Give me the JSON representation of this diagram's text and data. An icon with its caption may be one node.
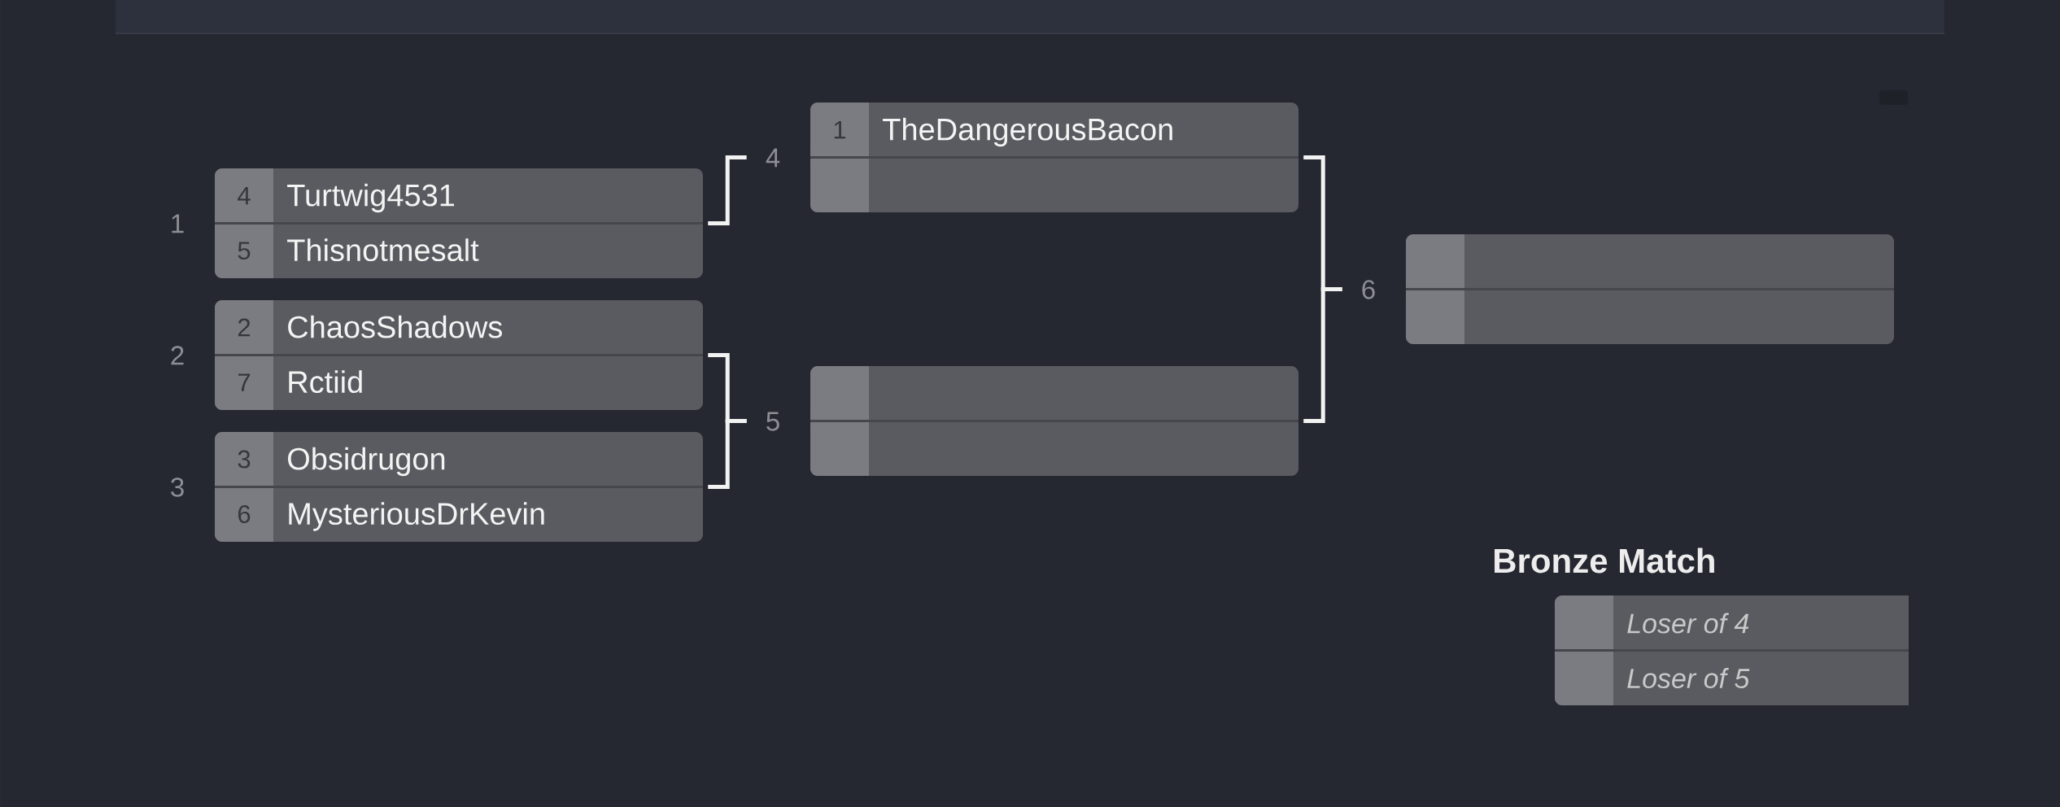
{
  "diagram": {
    "nodes": [
      {
        "text": [],
        "shape": "box",
        "beside": [
          "1"
        ]
      },
      {
        "text": [
          "4",
          "Turtwig4531"
        ],
        "in": 0
      },
      {
        "text": [
          "5",
          "Thisnotmesalt"
        ],
        "in": 0
      },
      {
        "text": [],
        "shape": "box",
        "beside": [
          "2"
        ]
      },
      {
        "text": [
          "2",
          "ChaosShadows"
        ],
        "in": 3
      },
      {
        "text": [
          "7",
          "Rctiid"
        ],
        "in": 3
      },
      {
        "text": [],
        "shape": "box",
        "beside": [
          "3"
        ]
      },
      {
        "text": [
          "3",
          "Obsidrugon"
        ],
        "in": 6
      },
      {
        "text": [
          "6",
          "MysteriousDrKevin"
        ],
        "in": 6
      },
      {
        "text": [],
        "shape": "box",
        "beside": [
          "4"
        ]
      },
      {
        "text": [
          "1",
          "TheDangerousBacon"
        ],
        "in": 9
      },
      {
        "text": [],
        "shape": "box",
        "in": 9
      },
      {
        "text": [],
        "shape": "box",
        "beside": [
          "5"
        ]
      },
      {
        "text": [],
        "shape": "box",
        "in": 12
      },
      {
        "text": [],
        "shape": "box",
        "in": 12
      },
      {
        "text": [],
        "shape": "box",
        "beside": [
          "6"
        ]
      },
      {
        "text": [],
        "shape": "box",
        "in": 15
      },
      {
        "text": [],
        "shape": "box",
        "in": 15
      },
      {
        "text": [
          "Bronze Match"
        ]
      },
      {
        "text": [
          "Loser of 4"
        ],
        "in": 18
      },
      {
        "text": [
          "Loser of 5"
        ],
        "in": 18
      }
    ],
    "edges": [
      {
        "from": 0,
        "to": 9,
        "arrow": "none"
      },
      {
        "from": 3,
        "to": 12,
        "arrow": "none"
      },
      {
        "from": 6,
        "to": 12,
        "arrow": "none"
      },
      {
        "from": 9,
        "to": 15,
        "arrow": "none"
      },
      {
        "from": 12,
        "to": 15,
        "arrow": "none"
      }
    ]
  }
}
